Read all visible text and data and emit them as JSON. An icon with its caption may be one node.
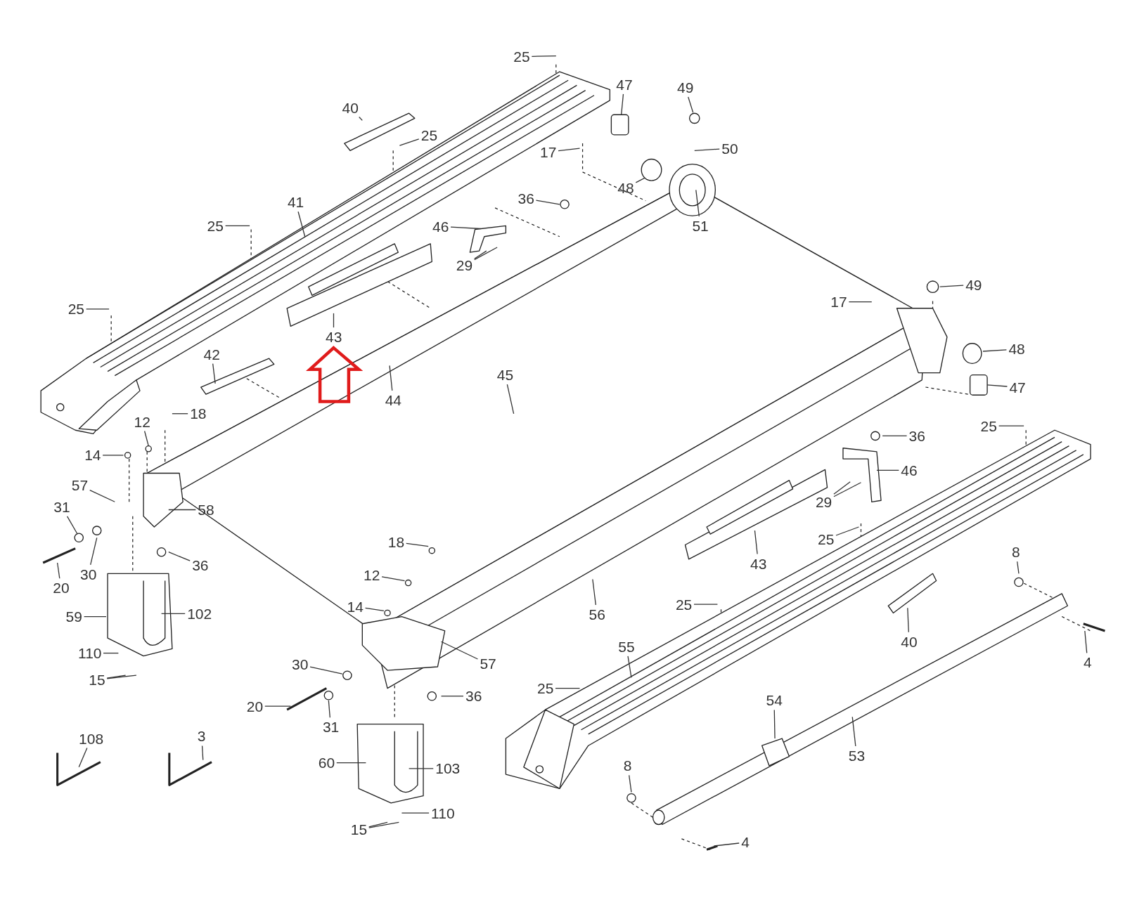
{
  "diagram": {
    "nodes": [
      {
        "text": [
          "25"
        ]
      },
      {
        "text": [
          "49"
        ]
      },
      {
        "text": [
          "47"
        ]
      },
      {
        "text": [
          "40"
        ]
      },
      {
        "text": [
          "25"
        ]
      },
      {
        "text": [
          "48"
        ]
      },
      {
        "text": [
          "17"
        ]
      },
      {
        "text": [
          "50"
        ]
      },
      {
        "text": [
          "36"
        ]
      },
      {
        "text": [
          "41"
        ]
      },
      {
        "text": [
          "51"
        ]
      },
      {
        "text": [
          "25"
        ]
      },
      {
        "text": [
          "46"
        ]
      },
      {
        "text": [
          "29"
        ]
      },
      {
        "text": [
          "17"
        ]
      },
      {
        "text": [
          "49"
        ]
      },
      {
        "text": [
          "25"
        ]
      },
      {
        "text": [
          "43"
        ]
      },
      {
        "text": [
          "42"
        ]
      },
      {
        "text": [
          "44"
        ]
      },
      {
        "text": [
          "45"
        ]
      },
      {
        "text": [
          "48"
        ]
      },
      {
        "text": [
          "47"
        ]
      },
      {
        "text": [
          "18"
        ]
      },
      {
        "text": [
          "12"
        ]
      },
      {
        "text": [
          "25"
        ]
      },
      {
        "text": [
          "14"
        ]
      },
      {
        "text": [
          "36"
        ]
      },
      {
        "text": [
          "46"
        ]
      },
      {
        "text": [
          "57"
        ]
      },
      {
        "text": [
          "29"
        ]
      },
      {
        "text": [
          "31"
        ]
      },
      {
        "text": [
          "58"
        ]
      },
      {
        "text": [
          "25"
        ]
      },
      {
        "text": [
          "30"
        ]
      },
      {
        "text": [
          "36"
        ]
      },
      {
        "text": [
          "20"
        ]
      },
      {
        "text": [
          "18"
        ]
      },
      {
        "text": [
          "43"
        ]
      },
      {
        "text": [
          "8"
        ]
      },
      {
        "text": [
          "12"
        ]
      },
      {
        "text": [
          "14"
        ]
      },
      {
        "text": [
          "59"
        ]
      },
      {
        "text": [
          "102"
        ]
      },
      {
        "text": [
          "56"
        ]
      },
      {
        "text": [
          "25"
        ]
      },
      {
        "text": [
          "40"
        ]
      },
      {
        "text": [
          "55"
        ]
      },
      {
        "text": [
          "4"
        ]
      },
      {
        "text": [
          "110"
        ]
      },
      {
        "text": [
          "15"
        ]
      },
      {
        "text": [
          "30"
        ]
      },
      {
        "text": [
          "57"
        ]
      },
      {
        "text": [
          "25"
        ]
      },
      {
        "text": [
          "36"
        ]
      },
      {
        "text": [
          "20"
        ]
      },
      {
        "text": [
          "31"
        ]
      },
      {
        "text": [
          "54"
        ]
      },
      {
        "text": [
          "108"
        ]
      },
      {
        "text": [
          "3"
        ]
      },
      {
        "text": [
          "53"
        ]
      },
      {
        "text": [
          "60"
        ]
      },
      {
        "text": [
          "103"
        ]
      },
      {
        "text": [
          "8"
        ]
      },
      {
        "text": [
          "110"
        ]
      },
      {
        "text": [
          "15"
        ]
      },
      {
        "text": [
          "4"
        ]
      }
    ],
    "edges": [
      {
        "from": 0,
        "to": null,
        "arrow": "none"
      },
      {
        "from": 1,
        "to": null,
        "arrow": "none"
      },
      {
        "from": 2,
        "to": null,
        "arrow": "none"
      },
      {
        "from": 3,
        "to": null,
        "arrow": "none"
      },
      {
        "from": 4,
        "to": null,
        "arrow": "none"
      },
      {
        "from": 5,
        "to": null,
        "arrow": "none"
      },
      {
        "from": 6,
        "to": null,
        "arrow": "none"
      },
      {
        "from": 7,
        "to": null,
        "arrow": "none"
      },
      {
        "from": 8,
        "to": null,
        "arrow": "none"
      },
      {
        "from": 9,
        "to": null,
        "arrow": "none"
      },
      {
        "from": 10,
        "to": null,
        "arrow": "none"
      },
      {
        "from": 11,
        "to": null,
        "arrow": "none"
      },
      {
        "from": 12,
        "to": null,
        "arrow": "none"
      },
      {
        "from": 13,
        "to": null,
        "arrow": "none"
      },
      {
        "from": 13,
        "to": null,
        "arrow": "none"
      },
      {
        "from": 14,
        "to": null,
        "arrow": "none"
      },
      {
        "from": 15,
        "to": null,
        "arrow": "none"
      },
      {
        "from": 16,
        "to": null,
        "arrow": "none"
      },
      {
        "from": 17,
        "to": null,
        "arrow": "none"
      },
      {
        "from": 18,
        "to": null,
        "arrow": "none"
      },
      {
        "from": 19,
        "to": null,
        "arrow": "none"
      },
      {
        "from": 20,
        "to": null,
        "arrow": "none"
      },
      {
        "from": 21,
        "to": null,
        "arrow": "none"
      },
      {
        "from": 22,
        "to": null,
        "arrow": "none"
      },
      {
        "from": 23,
        "to": null,
        "arrow": "none"
      },
      {
        "from": 24,
        "to": null,
        "arrow": "none"
      },
      {
        "from": 25,
        "to": null,
        "arrow": "none"
      },
      {
        "from": 26,
        "to": null,
        "arrow": "none"
      },
      {
        "from": 27,
        "to": null,
        "arrow": "none"
      },
      {
        "from": 28,
        "to": null,
        "arrow": "none"
      },
      {
        "from": 29,
        "to": null,
        "arrow": "none"
      },
      {
        "from": 30,
        "to": null,
        "arrow": "none"
      },
      {
        "from": 30,
        "to": null,
        "arrow": "none"
      },
      {
        "from": 31,
        "to": null,
        "arrow": "none"
      },
      {
        "from": 32,
        "to": null,
        "arrow": "none"
      },
      {
        "from": 33,
        "to": null,
        "arrow": "none"
      },
      {
        "from": 34,
        "to": null,
        "arrow": "none"
      },
      {
        "from": 35,
        "to": null,
        "arrow": "none"
      },
      {
        "from": 36,
        "to": null,
        "arrow": "none"
      },
      {
        "from": 37,
        "to": null,
        "arrow": "none"
      },
      {
        "from": 38,
        "to": null,
        "arrow": "none"
      },
      {
        "from": 39,
        "to": null,
        "arrow": "none"
      },
      {
        "from": 40,
        "to": null,
        "arrow": "none"
      },
      {
        "from": 41,
        "to": null,
        "arrow": "none"
      },
      {
        "from": 42,
        "to": null,
        "arrow": "none"
      },
      {
        "from": 43,
        "to": null,
        "arrow": "none"
      },
      {
        "from": 44,
        "to": null,
        "arrow": "none"
      },
      {
        "from": 45,
        "to": null,
        "arrow": "none"
      },
      {
        "from": 46,
        "to": null,
        "arrow": "none"
      },
      {
        "from": 47,
        "to": null,
        "arrow": "none"
      },
      {
        "from": 48,
        "to": null,
        "arrow": "none"
      },
      {
        "from": 49,
        "to": null,
        "arrow": "none"
      },
      {
        "from": 50,
        "to": null,
        "arrow": "none"
      },
      {
        "from": 50,
        "to": null,
        "arrow": "none"
      },
      {
        "from": 51,
        "to": null,
        "arrow": "none"
      },
      {
        "from": 52,
        "to": null,
        "arrow": "none"
      },
      {
        "from": 53,
        "to": null,
        "arrow": "none"
      },
      {
        "from": 54,
        "to": null,
        "arrow": "none"
      },
      {
        "from": 55,
        "to": null,
        "arrow": "none"
      },
      {
        "from": 56,
        "to": null,
        "arrow": "none"
      },
      {
        "from": 57,
        "to": null,
        "arrow": "none"
      },
      {
        "from": 58,
        "to": null,
        "arrow": "none"
      },
      {
        "from": 59,
        "to": null,
        "arrow": "none"
      },
      {
        "from": 60,
        "to": null,
        "arrow": "none"
      },
      {
        "from": 61,
        "to": null,
        "arrow": "none"
      },
      {
        "from": 62,
        "to": null,
        "arrow": "none"
      },
      {
        "from": 63,
        "to": null,
        "arrow": "none"
      },
      {
        "from": 64,
        "to": null,
        "arrow": "none"
      },
      {
        "from": 65,
        "to": null,
        "arrow": "none"
      },
      {
        "from": 65,
        "to": null,
        "arrow": "none"
      },
      {
        "from": 66,
        "to": null,
        "arrow": "none"
      },
      {
        "from": null,
        "to": 17,
        "arrow": "to",
        "style": "thick",
        "color": "#e01b1b"
      }
    ]
  }
}
